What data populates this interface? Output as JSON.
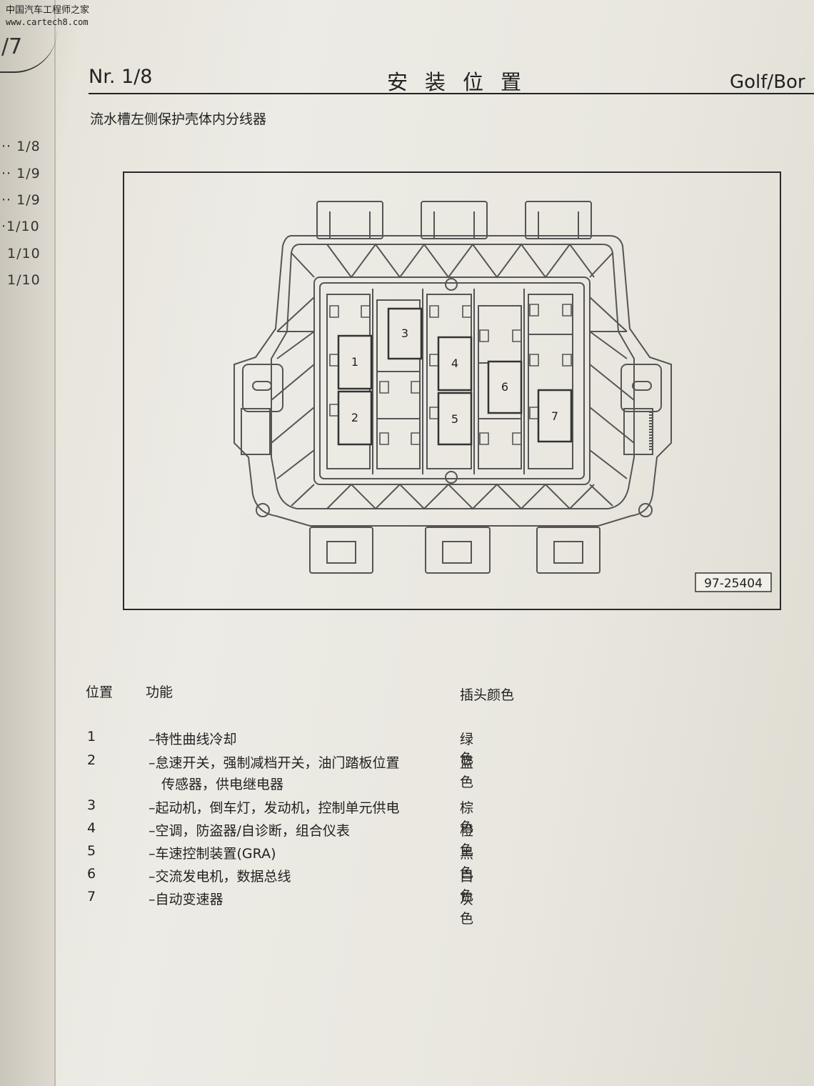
{
  "watermark": {
    "line1": "中国汽车工程师之家",
    "line2": "www.cartech8.com"
  },
  "prev_page": {
    "page_num": "/7",
    "toc": [
      "1/8",
      "1/9",
      "1/9",
      "1/10",
      "1/10",
      "1/10"
    ]
  },
  "header": {
    "number": "Nr. 1/8",
    "title": "安装位置",
    "model": "Golf/Bor"
  },
  "subtitle": "流水槽左侧保护壳体内分线器",
  "figure": {
    "code": "97-25404",
    "positions": [
      "1",
      "2",
      "3",
      "4",
      "5",
      "6",
      "7"
    ]
  },
  "table": {
    "headers": {
      "position": "位置",
      "function": "功能",
      "color": "插头颜色"
    },
    "rows": [
      {
        "pos": "1",
        "function": "–特性曲线冷却",
        "function2": "",
        "color": "绿色"
      },
      {
        "pos": "2",
        "function": "–怠速开关，强制减档开关，油门踏板位置",
        "function2": "传感器，供电继电器",
        "color": "蓝色"
      },
      {
        "pos": "3",
        "function": "–起动机，倒车灯，发动机，控制单元供电",
        "function2": "",
        "color": "棕色"
      },
      {
        "pos": "4",
        "function": "–空调，防盗器/自诊断，组合仪表",
        "function2": "",
        "color": "橙色"
      },
      {
        "pos": "5",
        "function": "–车速控制装置(GRA)",
        "function2": "",
        "color": "黑色"
      },
      {
        "pos": "6",
        "function": "–交流发电机，数据总线",
        "function2": "",
        "color": "白色"
      },
      {
        "pos": "7",
        "function": "–自动变速器",
        "function2": "",
        "color": "灰色"
      }
    ]
  }
}
